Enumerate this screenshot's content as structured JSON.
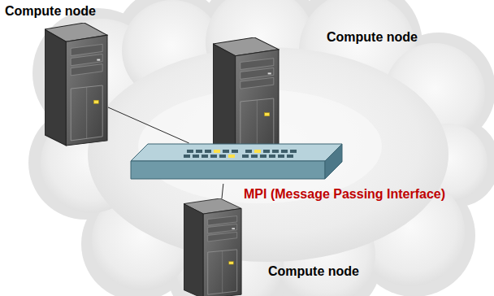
{
  "diagram": {
    "nodes": [
      {
        "text": [
          "Compute node"
        ]
      },
      {
        "text": [
          "Compute node"
        ]
      },
      {
        "text": [
          "MPI (Message Passing Interface)"
        ]
      },
      {
        "text": [
          "Compute node"
        ]
      }
    ],
    "edges": [
      {
        "from": 0,
        "to": 2,
        "arrow": "none"
      },
      {
        "from": 1,
        "to": 2,
        "arrow": "none"
      },
      {
        "from": 3,
        "to": 2,
        "arrow": "none"
      }
    ]
  }
}
